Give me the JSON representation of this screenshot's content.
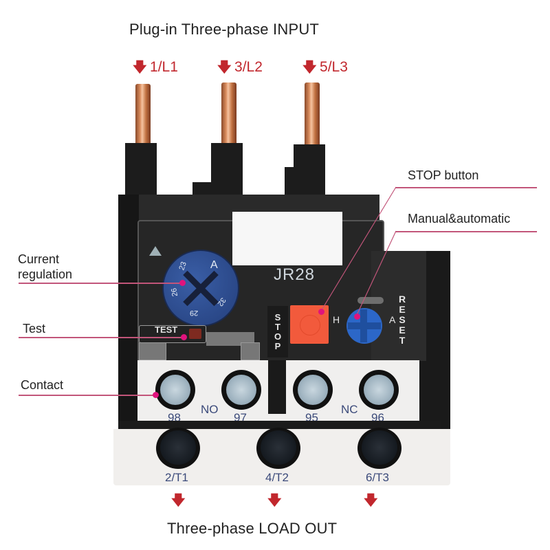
{
  "header": {
    "title": "Plug-in Three-phase  INPUT",
    "inputs": [
      {
        "label": "1/L1"
      },
      {
        "label": "3/L2"
      },
      {
        "label": "5/L3"
      }
    ]
  },
  "callouts": {
    "current_regulation": "Current\nregulation",
    "current_regulation_line1": "Current",
    "current_regulation_line2": "regulation",
    "test": "Test",
    "contact": "Contact",
    "stop_button": "STOP button",
    "manual_automatic": "Manual&automatic"
  },
  "device": {
    "model": "JR28",
    "dial": {
      "unit": "A",
      "scale_marks": [
        "23",
        "26",
        "29",
        "32"
      ]
    },
    "test_label": "TEST",
    "stop_label": "STOP",
    "reset_label": "RESET",
    "mode_h": "H",
    "mode_a": "A",
    "aux_contacts": [
      {
        "number": "98"
      },
      {
        "number": "97"
      },
      {
        "number": "95"
      },
      {
        "number": "96"
      }
    ],
    "aux_types": {
      "no": "NO",
      "nc": "NC"
    },
    "outputs": [
      {
        "label": "2/T1"
      },
      {
        "label": "4/T2"
      },
      {
        "label": "6/T3"
      }
    ]
  },
  "footer": {
    "title": "Three-phase  LOAD OUT"
  },
  "colors": {
    "accent_red": "#c1272d",
    "callout_dot": "#e0137d",
    "callout_line": "#c2557a",
    "dial_blue": "#2b4a8c",
    "stop_button": "#f25a3c",
    "reset_knob": "#2c67c8",
    "label_blue": "#3b4a7a"
  }
}
